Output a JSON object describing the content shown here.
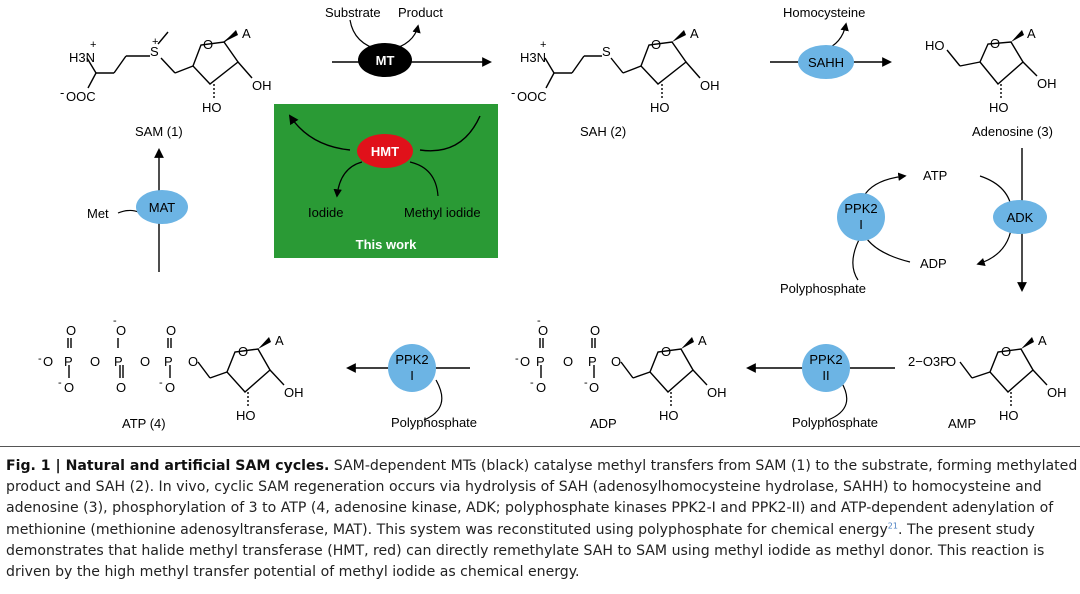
{
  "molecules": {
    "sam": "SAM (1)",
    "sah": "SAH (2)",
    "adenosine": "Adenosine (3)",
    "atp": "ATP (4)",
    "adp": "ADP",
    "amp": "AMP"
  },
  "enzymes": {
    "mt": "MT",
    "sahh": "SAHH",
    "hmt": "HMT",
    "mat": "MAT",
    "adk": "ADK",
    "ppk2_top": "PPK2",
    "ppk2_bot": "I",
    "ppk2i_top": "PPK2",
    "ppk2i_bot": "I",
    "ppk2ii_top": "PPK2",
    "ppk2ii_bot": "II"
  },
  "reagents": {
    "substrate": "Substrate",
    "product": "Product",
    "homocysteine": "Homocysteine",
    "iodide": "Iodide",
    "methyl_iodide": "Methyl iodide",
    "this_work": "This work",
    "met": "Met",
    "atp_in": "ATP",
    "adp_out": "ADP",
    "polyphosphate_adk": "Polyphosphate",
    "polyphosphate_ppk2ii": "Polyphosphate",
    "polyphosphate_ppk2i": "Polyphosphate"
  },
  "atoms": {
    "A": "A",
    "OH": "OH",
    "HO": "HO",
    "O": "O",
    "S": "S",
    "P": "P",
    "plus": "+",
    "minus": "-",
    "NH3": "H3N",
    "OOC": "OOC",
    "amp_phos": "2−O3P"
  },
  "colors": {
    "blue_enzyme": "#6cb4e4",
    "hmt_red": "#e0111a",
    "mt_black": "#000000",
    "green_box": "#2a9a35"
  },
  "caption": {
    "heading": "Fig. 1 | Natural and artificial SAM cycles.",
    "text": " SAM-dependent MTs (black) catalyse methyl transfers from SAM (1) to the substrate, forming methylated product and SAH (2). In vivo, cyclic SAM regeneration occurs via hydrolysis of SAH (adenosylhomocysteine hydrolase, SAHH) to homocysteine and adenosine (3), phosphorylation of 3 to ATP (4, adenosine kinase, ADK; polyphosphate kinases PPK2-I and PPK2-II) and ATP-dependent adenylation of methionine (methionine adenosyltransferase, MAT). This system was reconstituted using polyphosphate for chemical energy",
    "ref": "21",
    "text2": ". The present study demonstrates that halide methyl transferase (HMT, red) can directly remethylate SAH to SAM using methyl iodide as methyl donor. This reaction is driven by the high methyl transfer potential of methyl iodide as chemical energy."
  }
}
